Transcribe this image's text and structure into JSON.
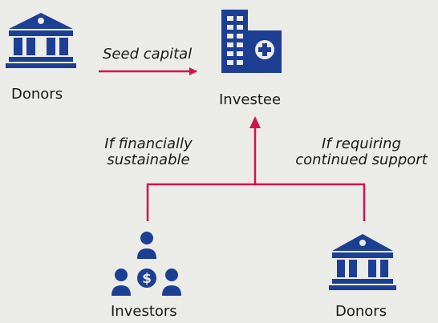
{
  "colors": {
    "background": "#ebebe8",
    "icon": "#1c3f94",
    "connector": "#d0144c",
    "text": "#1a1a1a"
  },
  "nodes": {
    "donors_top": {
      "label": "Donors",
      "icon": "bank-icon"
    },
    "investee": {
      "label": "Investee",
      "icon": "hospital-building-icon"
    },
    "investors": {
      "label": "Investors",
      "icon": "investors-icon"
    },
    "donors_bottom": {
      "label": "Donors",
      "icon": "bank-icon"
    }
  },
  "edges": {
    "seed": {
      "label": "Seed capital"
    },
    "left_branch": {
      "line1": "If financially",
      "line2": "sustainable"
    },
    "right_branch": {
      "line1": "If requiring",
      "line2": "continued support"
    }
  }
}
